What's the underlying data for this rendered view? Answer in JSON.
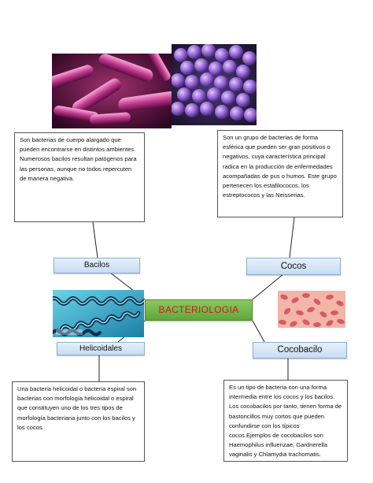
{
  "center": {
    "title": "BACTERIOLOGIA"
  },
  "nodes": {
    "bacilos": {
      "label": "Bacilos",
      "description": "Son bacterias de cuerpo alargado que pueden encontrarse en distintos ambientes. Numerosos bacilos resultan patógenos para las personas, aunque no todos repercuten de manera negativa."
    },
    "cocos": {
      "label": "Cocos",
      "description": "Son un grupo de bacterias de forma esférica que pueden ser gran positivos o negativos, cuya característica principal radica en la producción de enfermedades acompañadas de pus o humos. Este grupo pertenecen los estafilococos, los estreptococos y las Neisserias."
    },
    "helicoidales": {
      "label": "Helicoidales",
      "description": "Una bacteria helicoidal o bacteria espiral son bacterias con morfología helicoidal o espiral que constituyen uno de los tres tipos de morfología bacteriana junto con los bacilos y los cocos."
    },
    "cocobacilo": {
      "label": "Cocobacilo",
      "description": "Es un tipo de bacteria con una forma intermedia entre los cocos y los bacilos. Los cocobacilos por tanto, tienen forma de bastoncillos muy cortos que pueden confundirse con los típicos cocos.Ejemplos de cocobacilos son Haemophilus influenzae, Gardnerella vaginalis y Chlamydia trachomatis."
    }
  },
  "colors": {
    "center_fill": "#6cb545",
    "center_text": "#d01818",
    "label_fill": "#d6e6f7",
    "label_border": "#8fb0d6"
  }
}
